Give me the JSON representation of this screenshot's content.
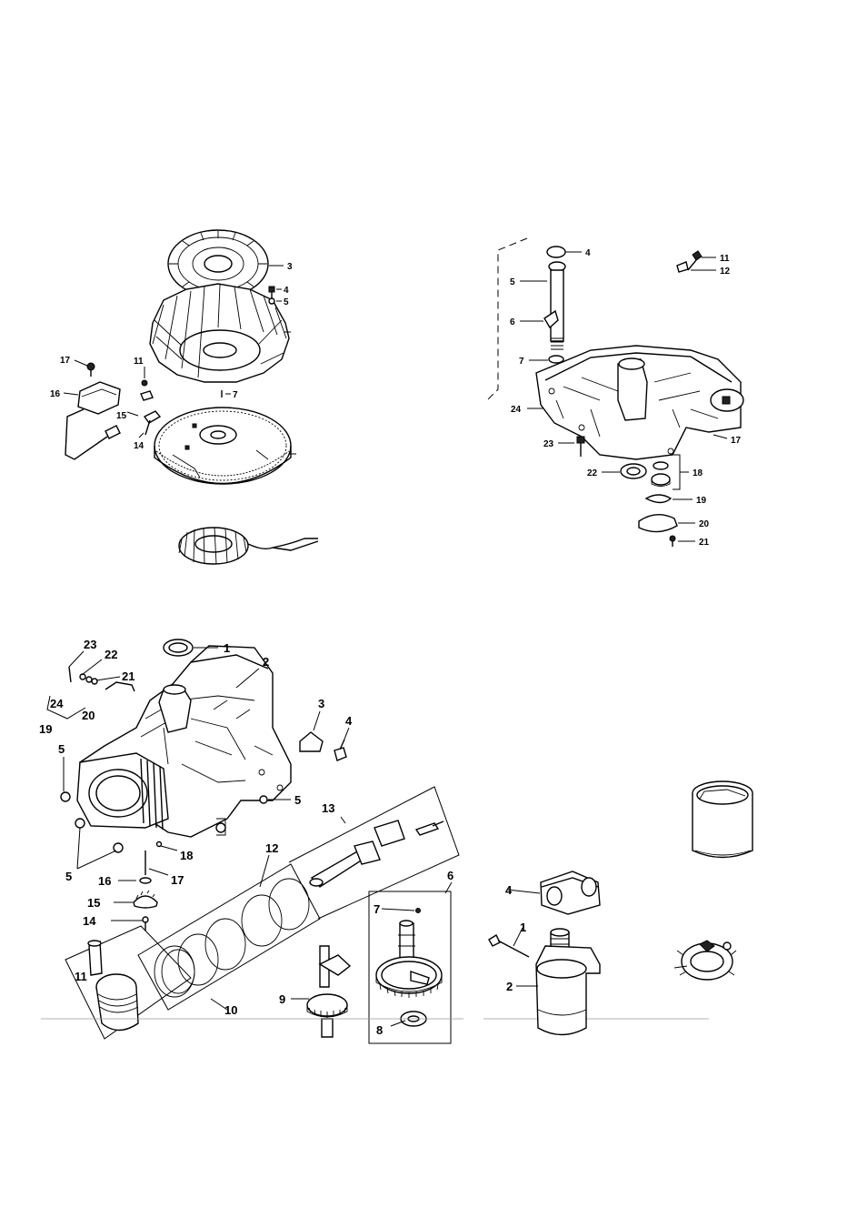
{
  "flywheel": {
    "labels": [
      "3",
      "4",
      "5",
      "17",
      "11",
      "16",
      "7",
      "15",
      "14"
    ]
  },
  "crankcase_cover": {
    "labels": [
      "4",
      "11",
      "5",
      "12",
      "6",
      "7",
      "24",
      "17",
      "23",
      "22",
      "18",
      "19",
      "20",
      "21"
    ]
  },
  "engine_block": {
    "labels": [
      "23",
      "22",
      "1",
      "21",
      "2",
      "24",
      "20",
      "19",
      "3",
      "4",
      "5",
      "5",
      "13",
      "18",
      "5",
      "17",
      "12",
      "16",
      "6",
      "15",
      "7",
      "14",
      "11",
      "9",
      "10",
      "8"
    ]
  },
  "starter": {
    "labels": [
      "4",
      "1",
      "2"
    ]
  }
}
